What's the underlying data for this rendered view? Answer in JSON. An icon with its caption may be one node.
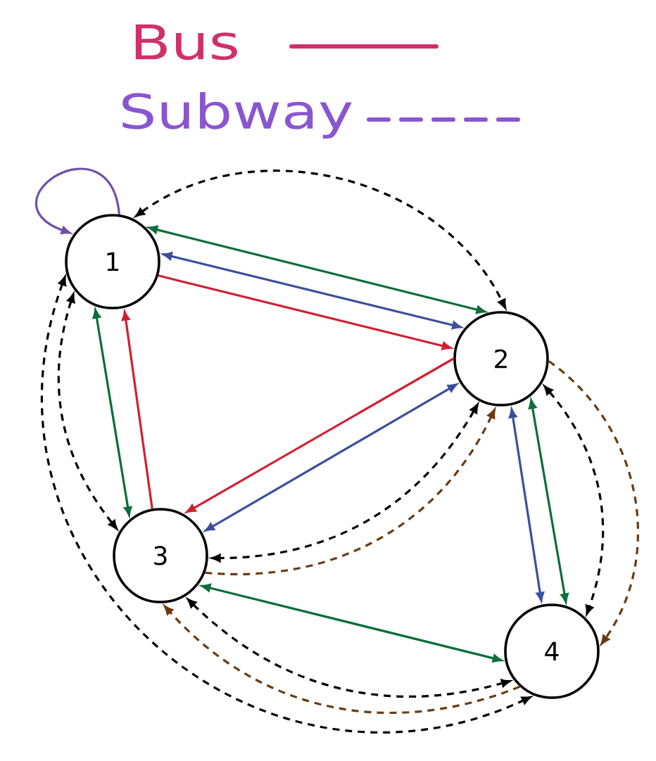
{
  "diagram": {
    "nodes": [
      {
        "text": [
          "1"
        ]
      },
      {
        "text": [
          "2"
        ]
      },
      {
        "text": [
          "3"
        ]
      },
      {
        "text": [
          "4"
        ]
      }
    ],
    "edges": [
      {
        "from": 0,
        "to": 0,
        "arrow": "to",
        "color": "#7050a8"
      },
      {
        "from": 0,
        "to": 1,
        "arrow": "both",
        "style": "dashed"
      },
      {
        "from": 0,
        "to": 1,
        "arrow": "both",
        "color": "#0b6e3a"
      },
      {
        "from": 0,
        "to": 1,
        "arrow": "both",
        "color": "#3a4fa0"
      },
      {
        "from": 0,
        "to": 1,
        "arrow": "to",
        "color": "#d02030"
      },
      {
        "from": 0,
        "to": 2,
        "arrow": "both",
        "color": "#0b6e3a"
      },
      {
        "from": 2,
        "to": 0,
        "arrow": "to",
        "color": "#d02030"
      },
      {
        "from": 0,
        "to": 2,
        "arrow": "both",
        "style": "dashed"
      },
      {
        "from": 0,
        "to": 3,
        "arrow": "both",
        "style": "dashed"
      },
      {
        "from": 1,
        "to": 2,
        "arrow": "to",
        "color": "#d02030"
      },
      {
        "from": 1,
        "to": 2,
        "arrow": "both",
        "color": "#3a4fa0"
      },
      {
        "from": 1,
        "to": 2,
        "arrow": "both",
        "style": "dashed"
      },
      {
        "from": 2,
        "to": 1,
        "arrow": "to",
        "style": "dashed",
        "color": "#6b3a12"
      },
      {
        "from": 1,
        "to": 3,
        "arrow": "both",
        "color": "#3a4fa0"
      },
      {
        "from": 1,
        "to": 3,
        "arrow": "both",
        "color": "#0b6e3a"
      },
      {
        "from": 1,
        "to": 3,
        "arrow": "both",
        "style": "dashed"
      },
      {
        "from": 1,
        "to": 3,
        "arrow": "to",
        "style": "dashed",
        "color": "#6b3a12"
      },
      {
        "from": 2,
        "to": 3,
        "arrow": "both",
        "color": "#0b6e3a"
      },
      {
        "from": 2,
        "to": 3,
        "arrow": "both",
        "style": "dashed"
      },
      {
        "from": 3,
        "to": 2,
        "arrow": "to",
        "style": "dashed",
        "color": "#6b3a12"
      }
    ],
    "legend": [
      {
        "text": "Bus"
      },
      {
        "text": "Subway"
      }
    ]
  }
}
